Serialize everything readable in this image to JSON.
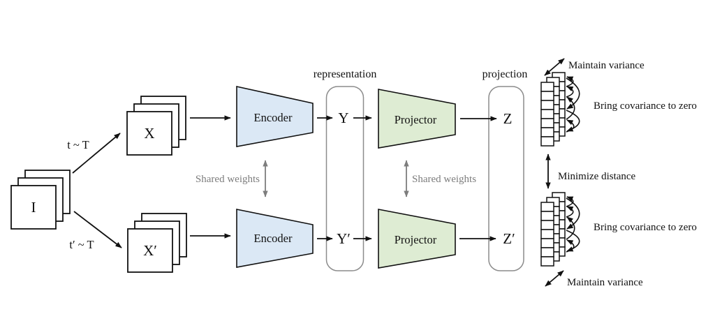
{
  "figure": {
    "kind": "self-supervised-architecture-diagram",
    "colors": {
      "encoder_fill": "#dbe8f5",
      "projector_fill": "#deecd3",
      "line": "#111111",
      "muted_gray": "#7d7d7d",
      "container_stroke": "#8c8c8c"
    },
    "input": {
      "label": "I"
    },
    "augmentations": {
      "top": "t ~ T",
      "bottom": "t′ ~ T"
    },
    "views": {
      "top": "X",
      "bottom": "X′"
    },
    "encoder": {
      "label": "Encoder"
    },
    "projector": {
      "label": "Projector"
    },
    "shared_weights": {
      "label": "Shared weights"
    },
    "representation": {
      "title": "representation",
      "top": "Y",
      "bottom": "Y′"
    },
    "projection": {
      "title": "projection",
      "top": "Z",
      "bottom": "Z′"
    },
    "objectives": {
      "top_variance": "Maintain variance",
      "top_covariance": "Bring covariance to zero",
      "distance": "Minimize distance",
      "bottom_covariance": "Bring covariance to zero",
      "bottom_variance": "Maintain variance"
    }
  }
}
